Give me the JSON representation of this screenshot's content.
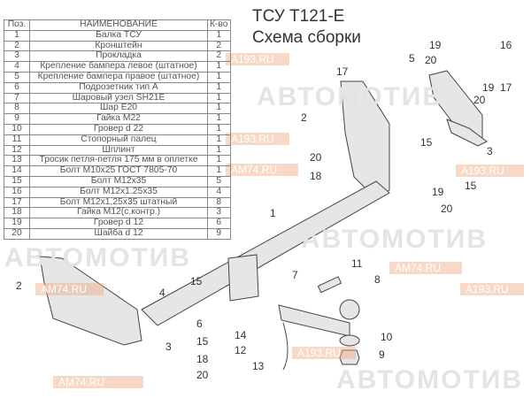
{
  "title": {
    "line1": "ТСУ Т121-Е",
    "line2": "Схема сборки"
  },
  "table": {
    "headers": [
      "Поз.",
      "НАИМЕНОВАНИЕ",
      "К-во"
    ],
    "rows": [
      [
        "1",
        "Балка ТСУ",
        "1"
      ],
      [
        "2",
        "Кронштейн",
        "2"
      ],
      [
        "3",
        "Прокладка",
        "2"
      ],
      [
        "4",
        "Крепление бампера левое (штатное)",
        "1"
      ],
      [
        "5",
        "Крепление бампера правое (штатное)",
        "1"
      ],
      [
        "6",
        "Подрозетник тип А",
        "1"
      ],
      [
        "7",
        "Шаровый узел SH21E",
        "1"
      ],
      [
        "8",
        "Шар Е20",
        "1"
      ],
      [
        "9",
        "Гайка М22",
        "1"
      ],
      [
        "10",
        "Гровер d 22",
        "1"
      ],
      [
        "11",
        "Стопорный палец",
        "1"
      ],
      [
        "12",
        "Шплинт",
        "1"
      ],
      [
        "13",
        "Тросик петля-петля 175 мм в оплетке",
        "1"
      ],
      [
        "14",
        "Болт М10х25 ГОСТ 7805-70",
        "1"
      ],
      [
        "15",
        "Болт М12х35",
        "5"
      ],
      [
        "16",
        "Болт М12х1.25х35",
        "4"
      ],
      [
        "17",
        "Болт М12х1,25х35 штатный",
        "8"
      ],
      [
        "18",
        "Гайка М12(с.контр.)",
        "3"
      ],
      [
        "19",
        "Гровер d 12",
        "6"
      ],
      [
        "20",
        "Шайба d 12",
        "9"
      ]
    ]
  },
  "watermarks": {
    "brand": "АВТОМОТИВ",
    "site1": "AM74.RU",
    "site2": "A193.RU"
  },
  "callouts": [
    "17",
    "2",
    "20",
    "18",
    "15",
    "1",
    "19",
    "16",
    "5",
    "20",
    "19",
    "17",
    "20",
    "3",
    "15",
    "19",
    "20",
    "15",
    "2",
    "4",
    "3",
    "6",
    "15",
    "18",
    "20",
    "7",
    "11",
    "8",
    "14",
    "12",
    "13",
    "10",
    "9"
  ]
}
